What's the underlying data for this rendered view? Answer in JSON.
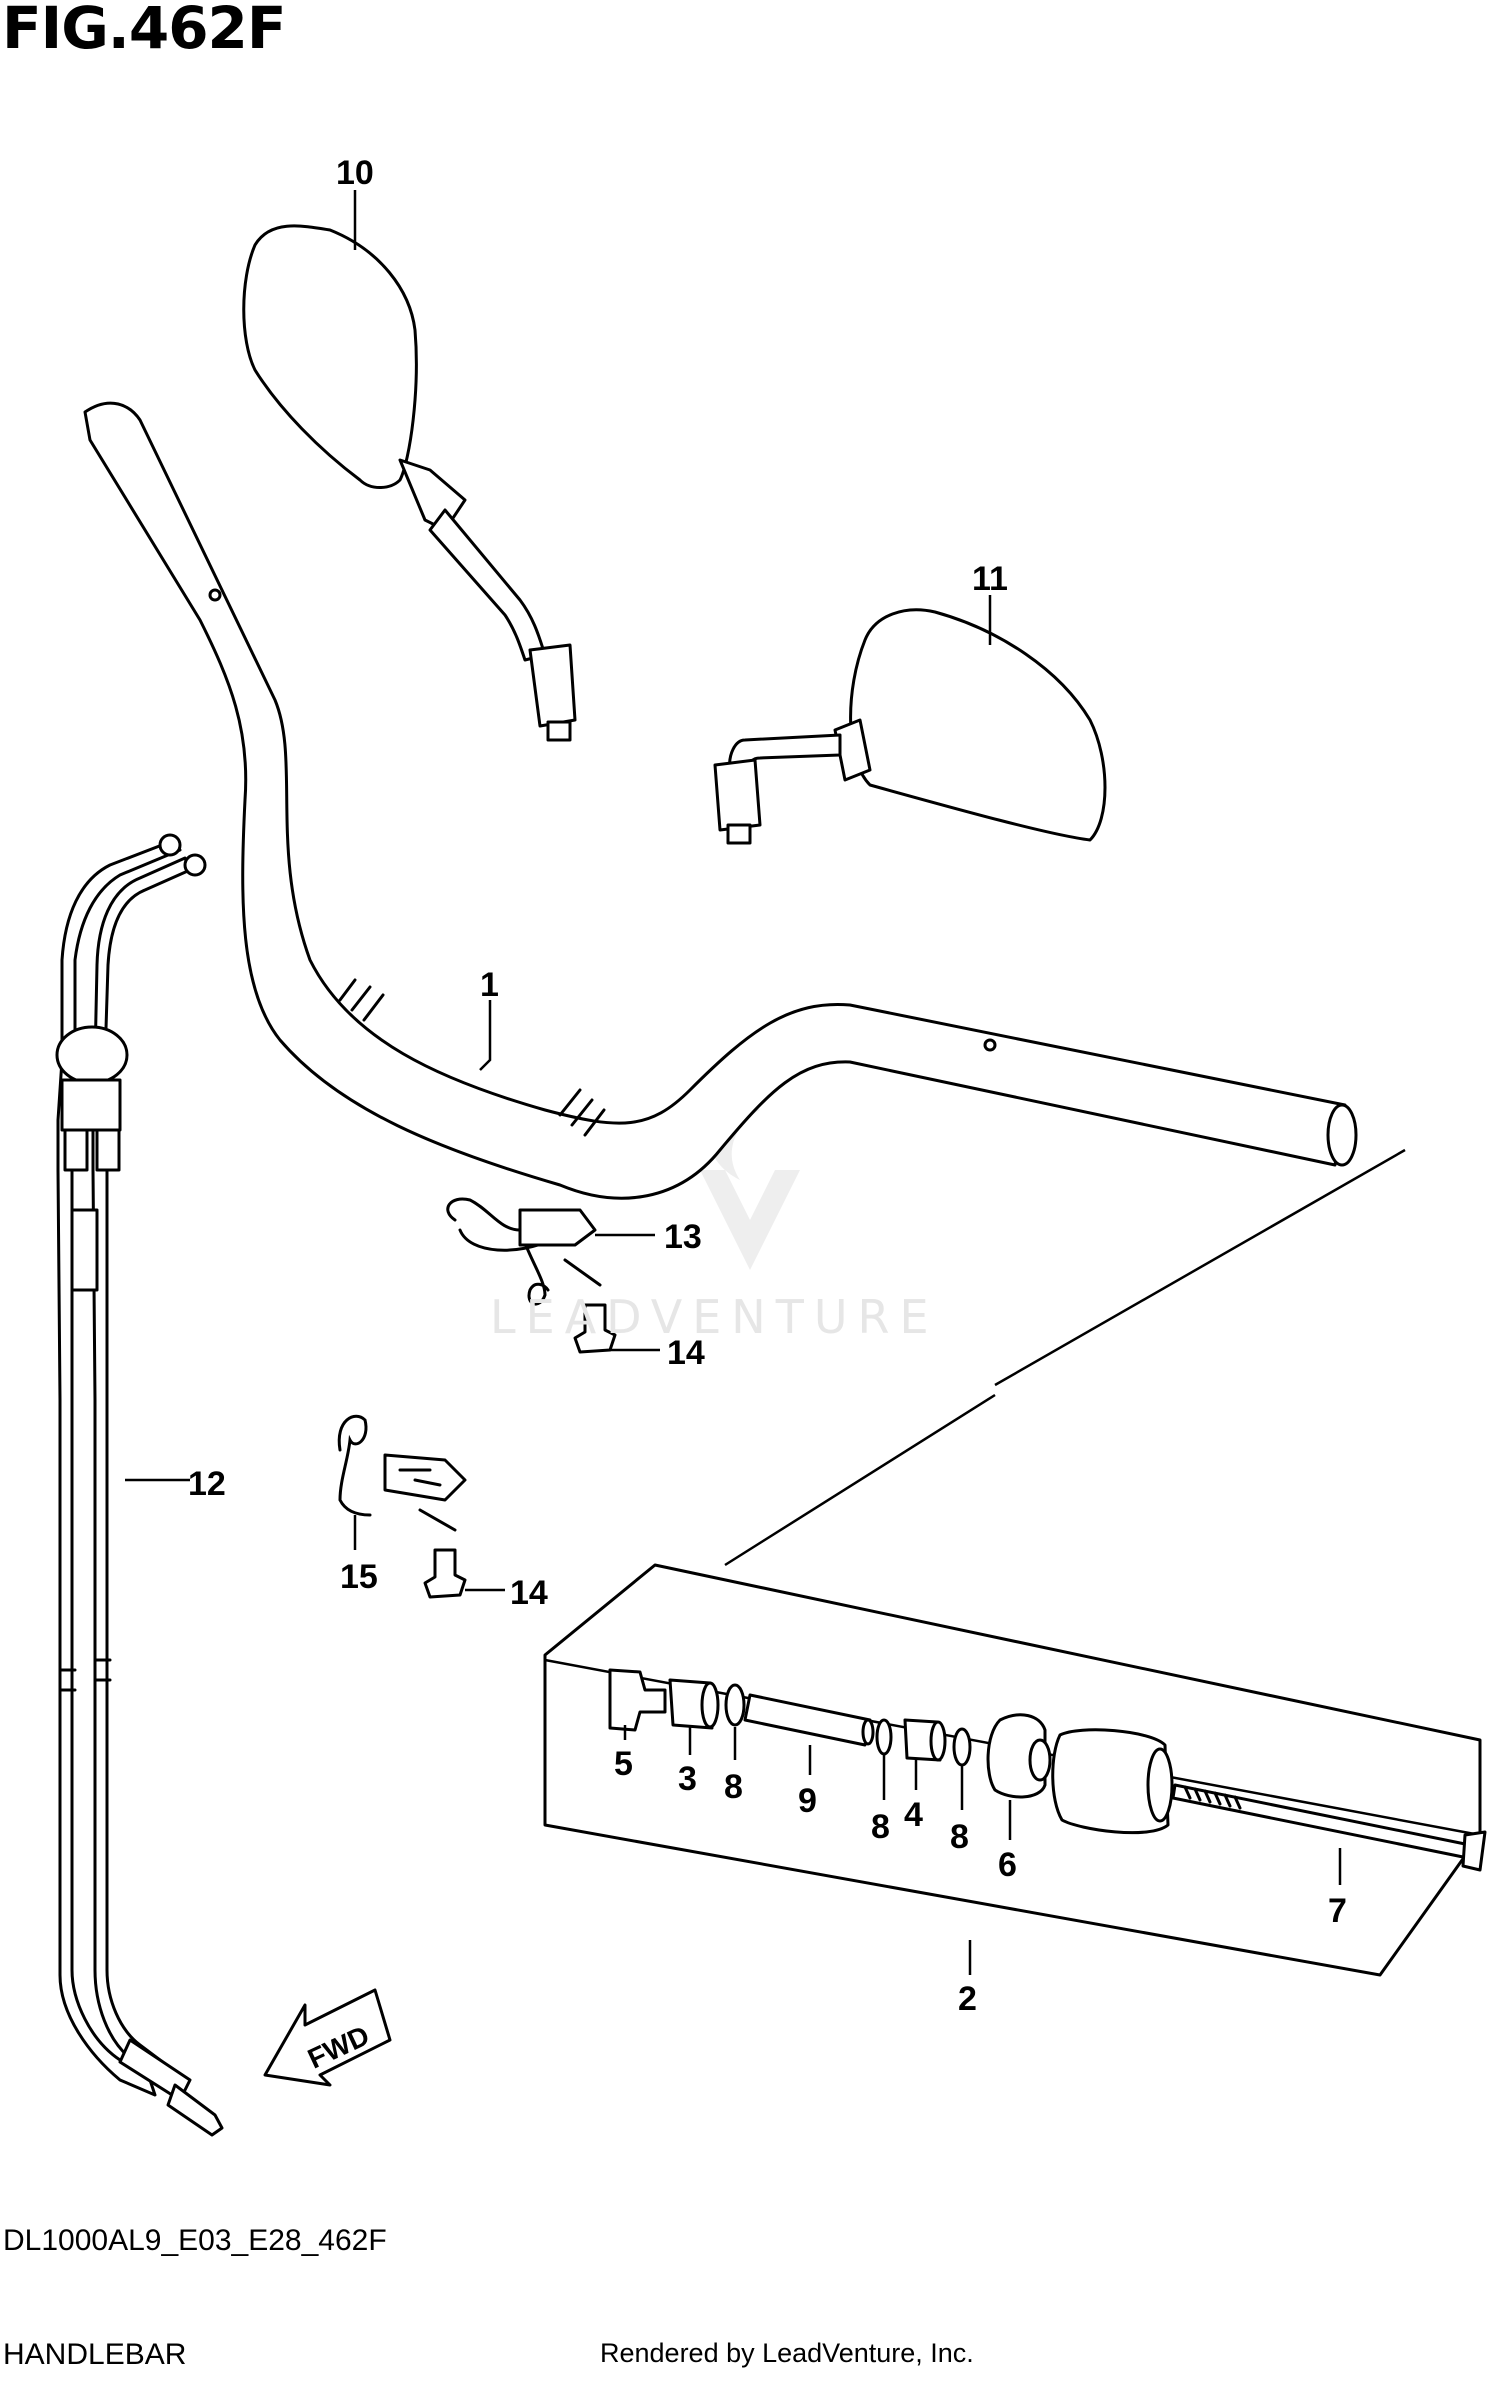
{
  "figure": {
    "title": "FIG.462F",
    "model_code": "DL1000AL9_E03_E28_462F",
    "section_name": "HANDLEBAR",
    "credit": "Rendered by LeadVenture, Inc.",
    "watermark": "LEADVENTURE"
  },
  "callouts": {
    "c1": "1",
    "c2": "2",
    "c3": "3",
    "c4": "4",
    "c5": "5",
    "c6": "6",
    "c7": "7",
    "c8a": "8",
    "c8b": "8",
    "c8c": "8",
    "c9": "9",
    "c10": "10",
    "c11": "11",
    "c12": "12",
    "c13": "13",
    "c14a": "14",
    "c14b": "14",
    "c15": "15"
  },
  "fwd_arrow": {
    "label": "FWD"
  },
  "icons": [
    "fwd-arrow-icon",
    "leadventure-logo-icon"
  ]
}
